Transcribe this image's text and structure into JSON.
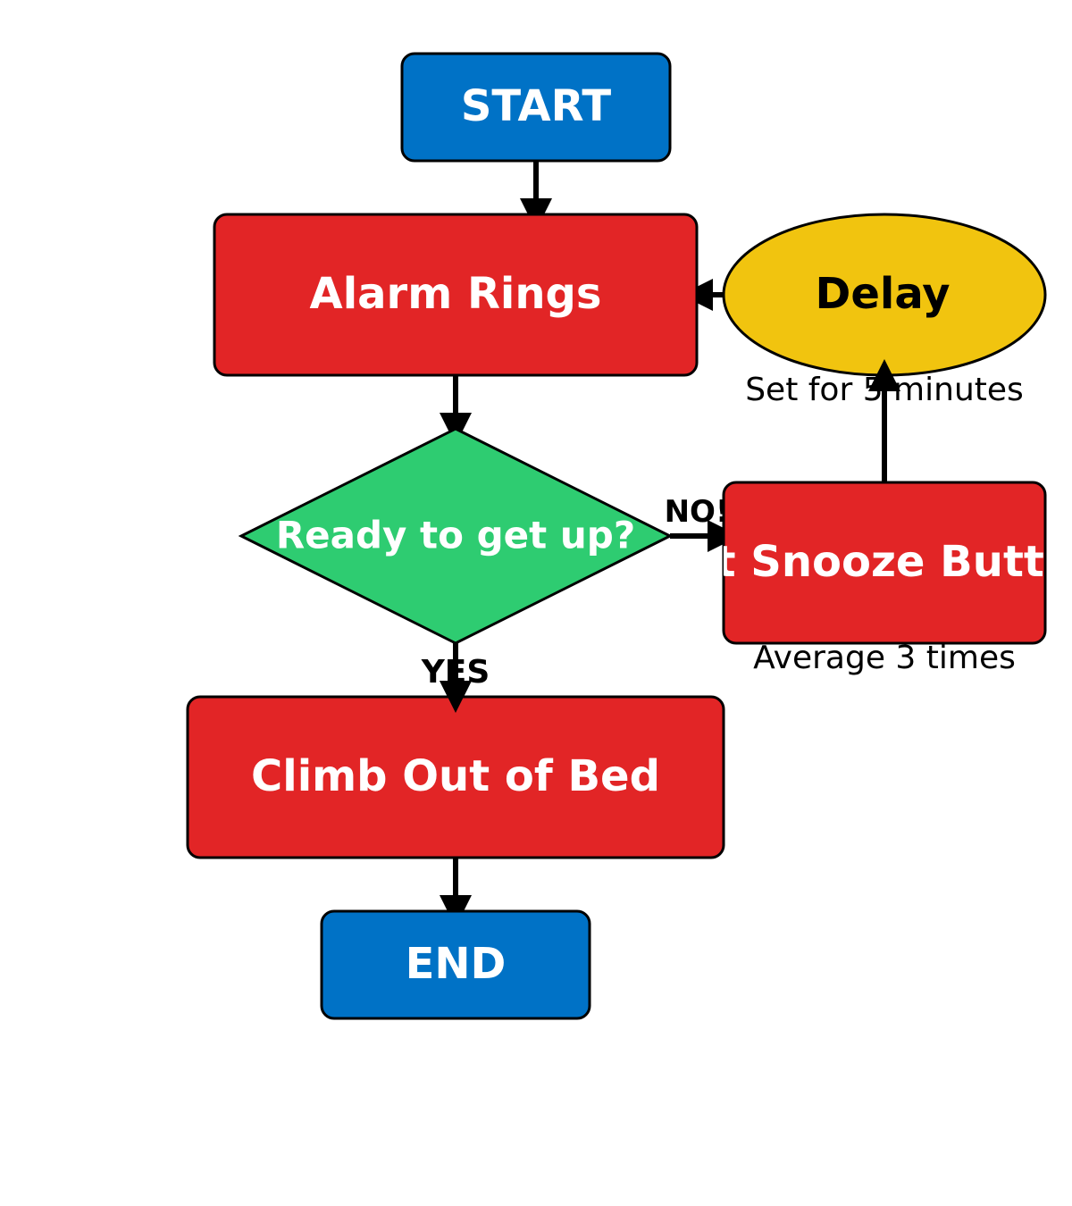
{
  "diagram": {
    "nodes": {
      "start": {
        "label": "START"
      },
      "alarm": {
        "label": "Alarm Rings"
      },
      "delay": {
        "label": "Delay"
      },
      "decision": {
        "label": "Ready to get up?"
      },
      "snooze": {
        "label": "Hit Snooze Button"
      },
      "climb": {
        "label": "Climb Out of Bed"
      },
      "end": {
        "label": "END"
      }
    },
    "notes": {
      "delay_note": "Set for 5 minutes",
      "snooze_note": "Average 3 times"
    },
    "edge_labels": {
      "no": "NO!",
      "yes": "YES"
    }
  },
  "colors": {
    "terminal": "#0072C6",
    "process": "#E22526",
    "decision": "#2ECC71",
    "delay": "#F1C40F",
    "stroke": "#000000",
    "text_light": "#FFFFFF",
    "text_dark": "#000000"
  }
}
